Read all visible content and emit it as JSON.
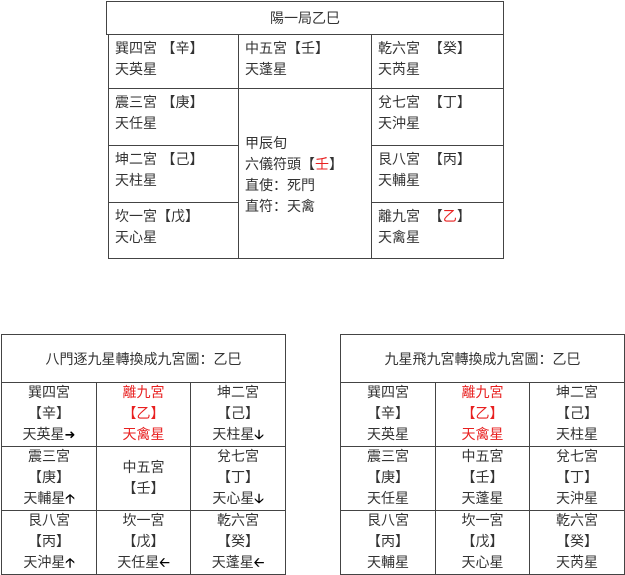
{
  "top": {
    "title": "陽一局乙巳",
    "cells": {
      "xun": {
        "palace": "巽四宮",
        "stem": "【辛】",
        "star": "天英星"
      },
      "zhong": {
        "palace": "中五宮",
        "stem": "【壬】",
        "star": "天蓬星"
      },
      "qian": {
        "palace": "乾六宮",
        "stem": "【癸】",
        "star": "天芮星"
      },
      "zhen": {
        "palace": "震三宮",
        "stem": "【庚】",
        "star": "天任星"
      },
      "dui": {
        "palace": "兌七宮",
        "stem": "【丁】",
        "star": "天沖星"
      },
      "kun": {
        "palace": "坤二宮",
        "stem": "【己】",
        "star": "天柱星"
      },
      "gen": {
        "palace": "艮八宮",
        "stem": "【丙】",
        "star": "天輔星"
      },
      "kan": {
        "palace": "坎一宮",
        "stem": "【戊】",
        "star": "天心星"
      },
      "li": {
        "palace": "離九宮",
        "stem_open": "【",
        "stem": "乙",
        "stem_close": "】",
        "star": "天禽星"
      }
    },
    "center": {
      "xun_head": "甲辰旬",
      "fu_tou_label": "六儀符頭【",
      "fu_tou_stem": "壬",
      "fu_tou_close": "】",
      "zhi_shi": "直使：死門",
      "zhi_fu": "直符：天禽"
    }
  },
  "left_grid": {
    "title": "八門逐九星轉換成九宮圖：乙巳",
    "cells": [
      {
        "palace": "巽四宮",
        "stem": "【辛】",
        "star": "天英星",
        "arrow": "➜",
        "highlight": false
      },
      {
        "palace": "離九宮",
        "stem": "【乙】",
        "star": "天禽星",
        "arrow": "",
        "highlight": true
      },
      {
        "palace": "坤二宮",
        "stem": "【己】",
        "star": "天柱星",
        "arrow": "🡣",
        "highlight": false
      },
      {
        "palace": "震三宮",
        "stem": "【庚】",
        "star": "天輔星",
        "arrow": "🡡",
        "highlight": false
      },
      {
        "palace": "中五宮",
        "stem": "【壬】",
        "star": "",
        "arrow": "",
        "highlight": false
      },
      {
        "palace": "兌七宮",
        "stem": "【丁】",
        "star": "天心星",
        "arrow": "🡣",
        "highlight": false
      },
      {
        "palace": "艮八宮",
        "stem": "【丙】",
        "star": "天沖星",
        "arrow": "🡡",
        "highlight": false
      },
      {
        "palace": "坎一宮",
        "stem": "【戊】",
        "star": "天任星",
        "arrow": "🡠",
        "highlight": false
      },
      {
        "palace": "乾六宮",
        "stem": "【癸】",
        "star": "天蓬星",
        "arrow": "🡠",
        "highlight": false
      }
    ]
  },
  "right_grid": {
    "title": "九星飛九宮轉換成九宮圖：乙巳",
    "cells": [
      {
        "palace": "巽四宮",
        "stem": "【辛】",
        "star": "天英星",
        "highlight": false
      },
      {
        "palace": "離九宮",
        "stem": "【乙】",
        "star": "天禽星",
        "highlight": true
      },
      {
        "palace": "坤二宮",
        "stem": "【己】",
        "star": "天柱星",
        "highlight": false
      },
      {
        "palace": "震三宮",
        "stem": "【庚】",
        "star": "天任星",
        "highlight": false
      },
      {
        "palace": "中五宮",
        "stem": "【壬】",
        "star": "天蓬星",
        "highlight": false
      },
      {
        "palace": "兌七宮",
        "stem": "【丁】",
        "star": "天沖星",
        "highlight": false
      },
      {
        "palace": "艮八宮",
        "stem": "【丙】",
        "star": "天輔星",
        "highlight": false
      },
      {
        "palace": "坎一宮",
        "stem": "【戊】",
        "star": "天心星",
        "highlight": false
      },
      {
        "palace": "乾六宮",
        "stem": "【癸】",
        "star": "天芮星",
        "highlight": false
      }
    ]
  }
}
